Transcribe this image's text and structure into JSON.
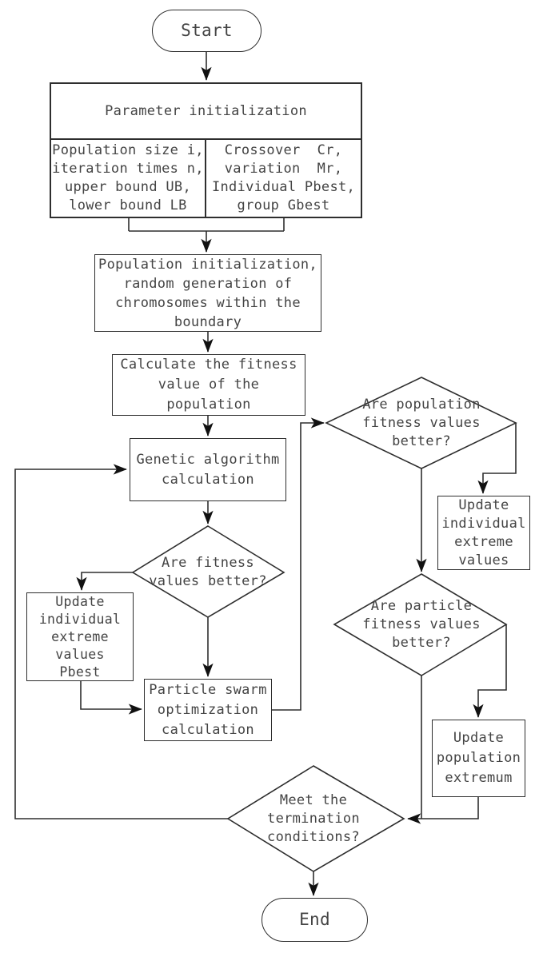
{
  "diagram": {
    "kind": "flowchart"
  },
  "colors": {
    "line": "#2e2e2e",
    "arrow_fill": "#111111",
    "text": "#444444",
    "background": "#ffffff"
  },
  "nodes": {
    "start": {
      "label": "Start"
    },
    "param_init": {
      "title": "Parameter initialization",
      "left_cell": "Population size i,\niteration times n,\nupper bound UB,\nlower bound LB",
      "right_cell": "Crossover  Cr,\nvariation  Mr,\nIndividual Pbest,\ngroup Gbest"
    },
    "population_init": {
      "label": "Population initialization,\nrandom generation of\nchromosomes within the\nboundary"
    },
    "calc_fitness": {
      "label": "Calculate the fitness\nvalue of the\npopulation"
    },
    "genetic_calc": {
      "label": "Genetic algorithm\ncalculation"
    },
    "fitness_better": {
      "label": "Are fitness\nvalues better?"
    },
    "update_pbest": {
      "label": "Update\nindividual\nextreme\nvalues\nPbest"
    },
    "pso_calc": {
      "label": "Particle swarm\noptimization\ncalculation"
    },
    "population_fitness_better": {
      "label": "Are population\nfitness values\nbetter?"
    },
    "update_individual_extreme": {
      "label": "Update\nindividual\nextreme\nvalues"
    },
    "particle_fitness_better": {
      "label": "Are particle\nfitness values\nbetter?"
    },
    "update_population_extremum": {
      "label": "Update\npopulation\nextremum"
    },
    "termination": {
      "label": "Meet the\ntermination\nconditions?"
    },
    "end": {
      "label": "End"
    }
  }
}
